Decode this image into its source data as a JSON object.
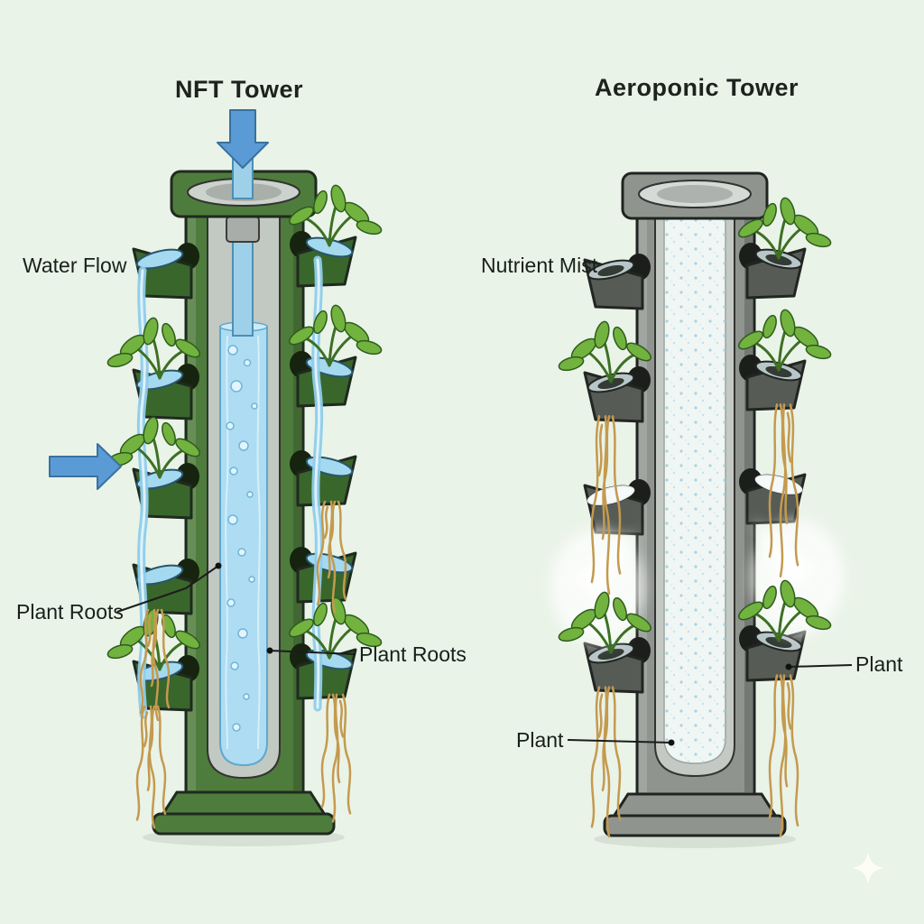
{
  "colors": {
    "background": "#eaf3e8",
    "arrow_blue": "#5b9bd5",
    "water_blue": "#aedcf2",
    "nft_green": "#4e7c3c",
    "aero_gray": "#8f948f",
    "leaf_green": "#72b33f",
    "root_tan": "#c49a4f"
  },
  "nft_tower": {
    "title": "NFT Tower",
    "labels": {
      "water_flow": "Water Flow",
      "plant_roots_left": "Plant Roots",
      "plant_roots_right": "Plant Roots"
    }
  },
  "aeroponic_tower": {
    "title": "Aeroponic Tower",
    "labels": {
      "nutrient_mist": "Nutrient Mist",
      "plant_right": "Plant",
      "plant_bottom": "Plant"
    }
  }
}
